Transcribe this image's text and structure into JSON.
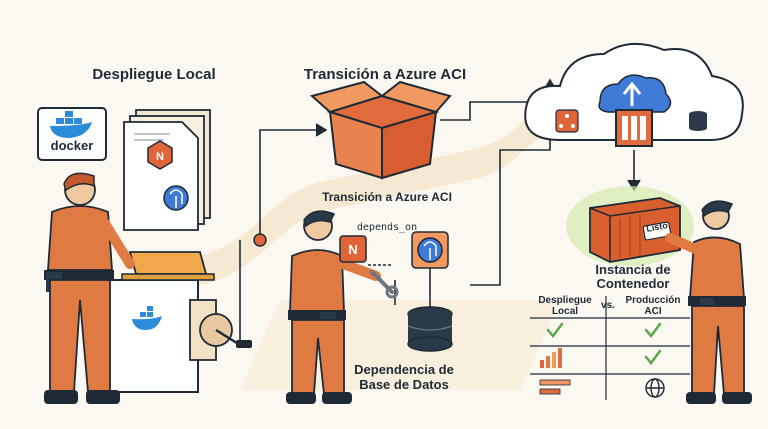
{
  "sections": {
    "local": {
      "title": "Despliegue Local",
      "docker_logo_text": "docker"
    },
    "transition": {
      "title": "Transición a Azure ACI",
      "subtitle": "Transición a Azure ACI",
      "depends_label": "depends_on",
      "dependency_label_line1": "Dependencia de",
      "dependency_label_line2": "Base de Datos"
    },
    "cloud": {
      "container_tag": "Listo",
      "instance_label_line1": "Instancia de",
      "instance_label_line2": "Contenedor"
    }
  },
  "comparison": {
    "col1_line1": "Despliegue",
    "col1_line2": "Local",
    "vs": "vs.",
    "col2_line1": "Producción",
    "col2_line2": "ACI"
  },
  "colors": {
    "accent_orange": "#e0663a",
    "worker_orange": "#e07a43",
    "box_orange": "#e06b3d",
    "cloud_blue": "#3f7bd6",
    "check_green": "#5aa84a",
    "outline": "#1e2a36",
    "path_beige": "#f4e2c4"
  },
  "icons": [
    "docker-logo",
    "nginx-icon",
    "postgres-elephant-icon",
    "cardboard-box-icon",
    "cloud-icon",
    "upload-arrow-icon",
    "network-icon",
    "database-icon",
    "shipping-container-icon",
    "wrench-icon",
    "globe-icon",
    "checkmark-icon",
    "bar-chart-icon"
  ]
}
